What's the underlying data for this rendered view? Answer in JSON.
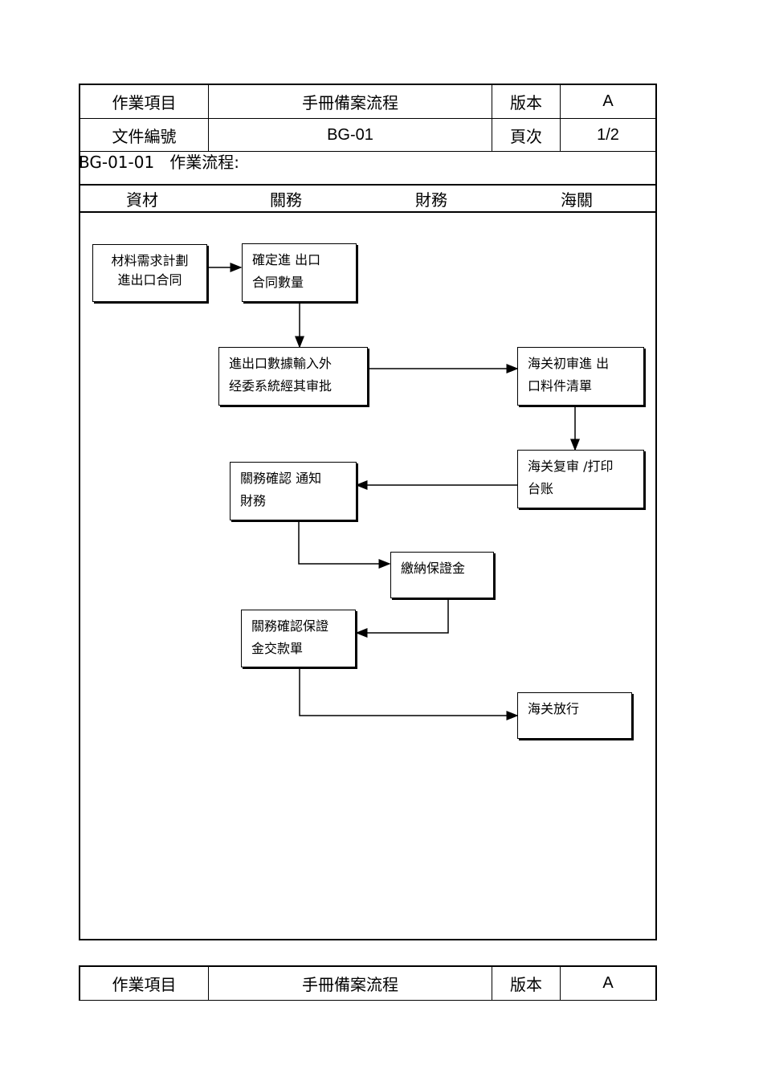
{
  "header": {
    "item_label": "作業項目",
    "item_value": "手冊備案流程",
    "version_label": "版本",
    "version_value": "A",
    "doc_no_label": "文件編號",
    "doc_no_value": "BG-01",
    "page_label": "頁次",
    "page_value": "1/2"
  },
  "section_title": "BG-01-01   作業流程:",
  "lanes": [
    "資材",
    "關務",
    "財務",
    "海關"
  ],
  "flow_boxes": {
    "material_plan": "材料需求計劃\n進出口合同",
    "confirm_quantity": "確定進  出口\n合同數量",
    "data_entry": "進出口數據輸入外\n经委系統經其审批",
    "customs_initial_review": "海关初审進  出\n口料件清單",
    "customs_recheck": "海关复审 /打印\n台账",
    "notify_finance": "關務確認  通知\n財務",
    "pay_deposit": "繳納保證金",
    "confirm_deposit_slip": "關務確認保證\n金交款單",
    "customs_release": "海关放行"
  },
  "footer_header": {
    "item_label": "作業項目",
    "item_value": "手冊備案流程",
    "version_label": "版本",
    "version_value": "A"
  }
}
